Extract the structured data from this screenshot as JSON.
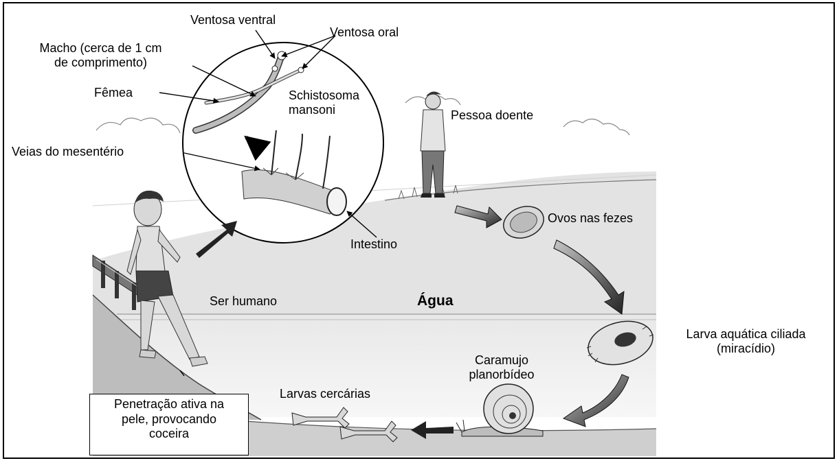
{
  "labels": {
    "ventosa_ventral": "Ventosa ventral",
    "ventosa_oral": "Ventosa oral",
    "macho_l1": "Macho (cerca de 1 cm",
    "macho_l2": "de comprimento)",
    "femea": "Fêmea",
    "schisto_l1": "Schistosoma",
    "schisto_l2": "mansoni",
    "pessoa_doente": "Pessoa doente",
    "veias": "Veias do mesentério",
    "ovos": "Ovos nas fezes",
    "intestino": "Intestino",
    "agua": "Água",
    "ser_humano": "Ser humano",
    "larva_l1": "Larva aquática ciliada",
    "larva_l2": "(miracídio)",
    "caramujo_l1": "Caramujo",
    "caramujo_l2": "planorbídeo",
    "cercarias": "Larvas cercárias",
    "penetracao_l1": "Penetração ativa  na",
    "penetracao_l2": "pele, provocando",
    "penetracao_l3": "coceira"
  },
  "colors": {
    "ink": "#000000",
    "shade": "#9a9a9a",
    "water": "#efefef",
    "land": "#d9d9d9"
  }
}
